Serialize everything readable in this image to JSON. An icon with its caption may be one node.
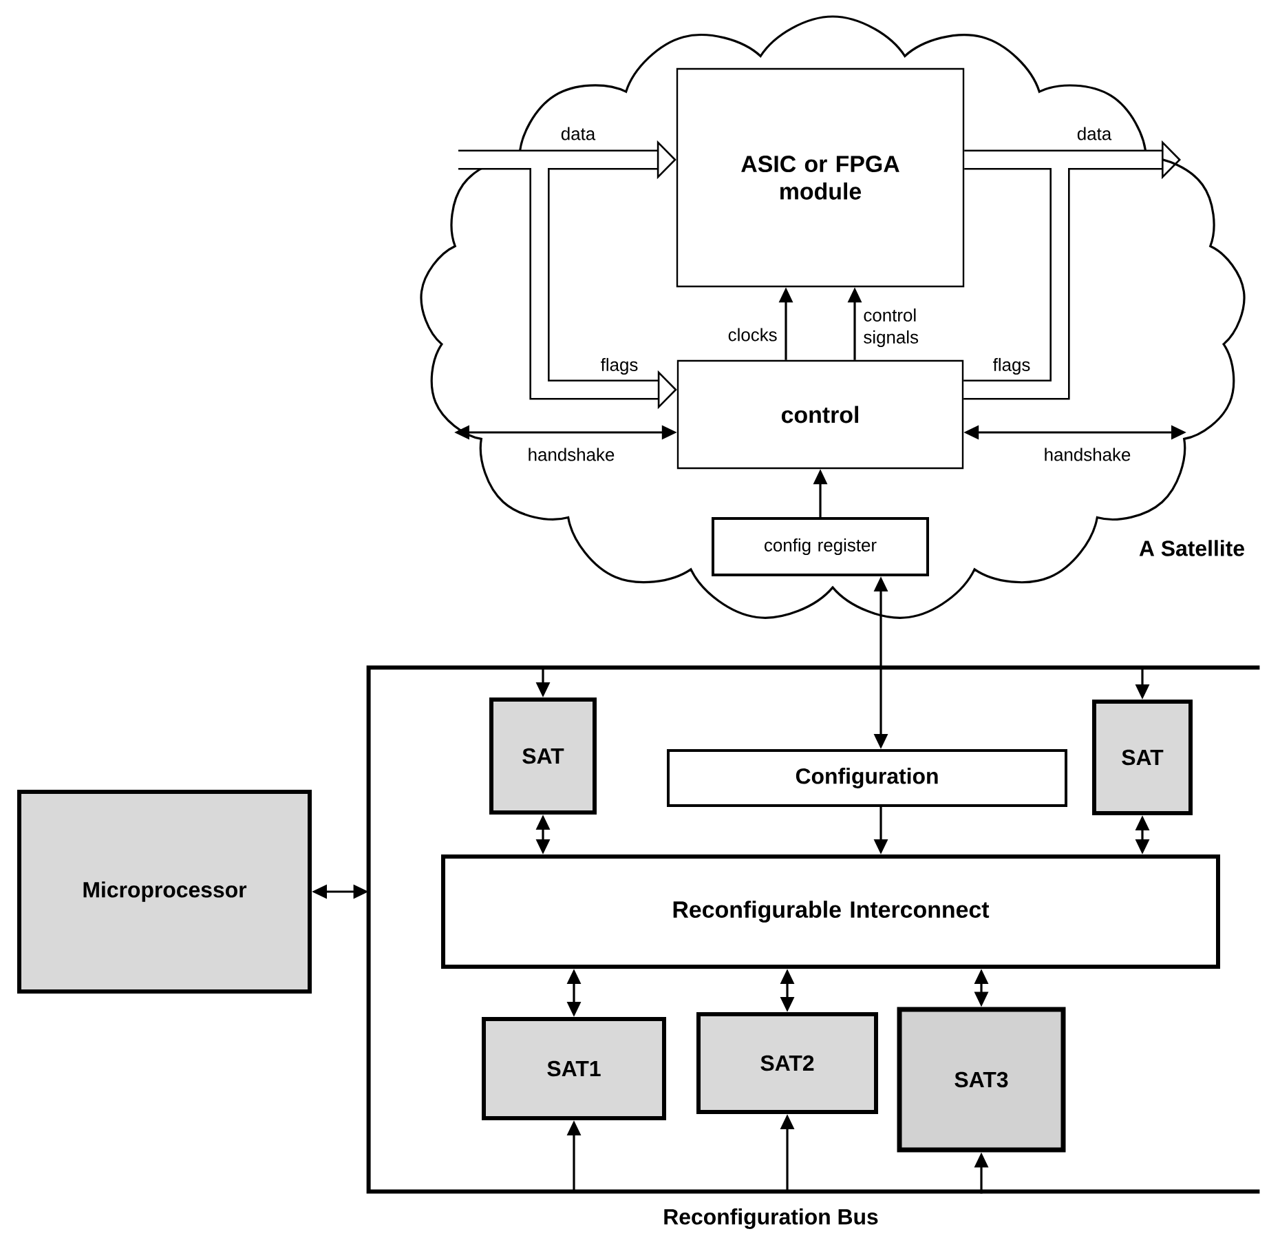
{
  "diagram": {
    "nodes": [
      {
        "text": [
          "A Satellite"
        ]
      },
      {
        "text": [
          "ASIC or FPGA module"
        ],
        "in": 0
      },
      {
        "text": [
          "control"
        ],
        "in": 0
      },
      {
        "text": [
          "config register"
        ],
        "in": 0
      },
      {
        "text": [
          "Reconfiguration Bus"
        ]
      },
      {
        "text": [
          "SAT"
        ],
        "in": 4
      },
      {
        "text": [
          "Configuration"
        ],
        "in": 4
      },
      {
        "text": [
          "SAT"
        ],
        "in": 4
      },
      {
        "text": [
          "Reconfigurable Interconnect"
        ],
        "in": 4
      },
      {
        "text": [
          "SAT1"
        ],
        "in": 4
      },
      {
        "text": [
          "SAT2"
        ],
        "in": 4
      },
      {
        "text": [
          "SAT3"
        ],
        "in": 4
      },
      {
        "text": [
          "Microprocessor"
        ]
      }
    ],
    "edges": [
      {
        "from": null,
        "to": 1,
        "arrow": "to",
        "label": "data",
        "style": "thick"
      },
      {
        "from": 1,
        "to": null,
        "arrow": "to",
        "label": "data",
        "style": "thick"
      },
      {
        "from": null,
        "to": 2,
        "arrow": "to",
        "label": "flags",
        "style": "thick"
      },
      {
        "from": 2,
        "to": null,
        "arrow": "none",
        "label": "flags",
        "style": "thick"
      },
      {
        "from": null,
        "to": 2,
        "arrow": "both",
        "label": "handshake"
      },
      {
        "from": 2,
        "to": null,
        "arrow": "both",
        "label": "handshake"
      },
      {
        "from": 2,
        "to": 1,
        "arrow": "to",
        "label": "clocks"
      },
      {
        "from": 2,
        "to": 1,
        "arrow": "to",
        "label": "control signals"
      },
      {
        "from": 3,
        "to": 2,
        "arrow": "to"
      },
      {
        "from": 3,
        "to": 6,
        "arrow": "both"
      },
      {
        "from": 6,
        "to": 8,
        "arrow": "to"
      },
      {
        "from": 4,
        "to": 5,
        "arrow": "to"
      },
      {
        "from": 4,
        "to": 7,
        "arrow": "to"
      },
      {
        "from": 5,
        "to": 8,
        "arrow": "both"
      },
      {
        "from": 7,
        "to": 8,
        "arrow": "both"
      },
      {
        "from": 8,
        "to": 9,
        "arrow": "both"
      },
      {
        "from": 8,
        "to": 10,
        "arrow": "both"
      },
      {
        "from": 8,
        "to": 11,
        "arrow": "both"
      },
      {
        "from": 4,
        "to": 9,
        "arrow": "to"
      },
      {
        "from": 4,
        "to": 10,
        "arrow": "to"
      },
      {
        "from": 4,
        "to": 11,
        "arrow": "to"
      },
      {
        "from": 12,
        "to": 4,
        "arrow": "both"
      }
    ]
  }
}
